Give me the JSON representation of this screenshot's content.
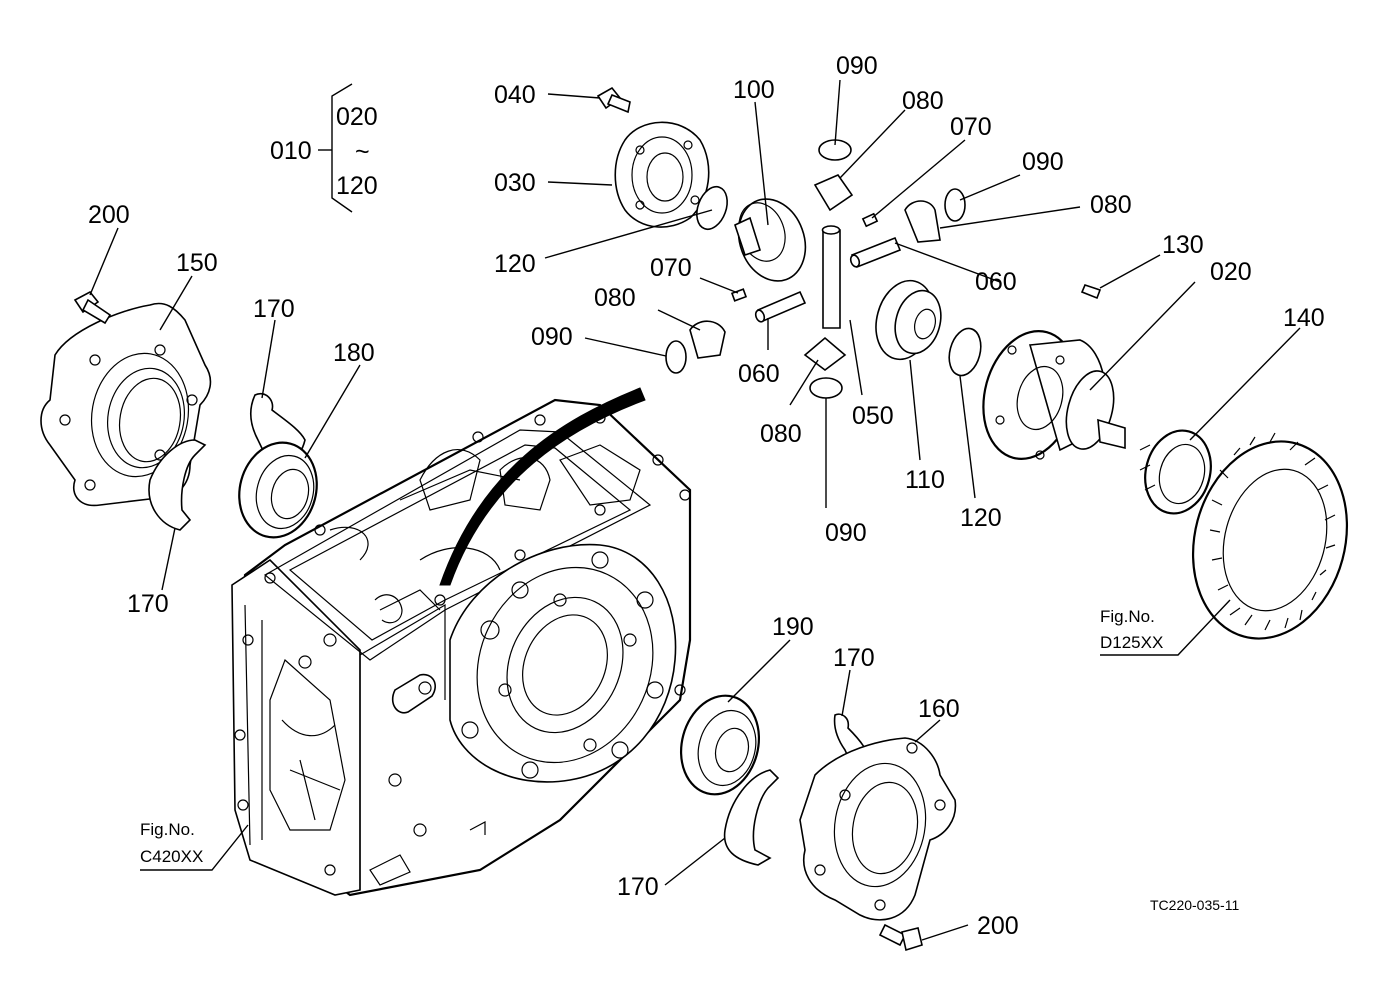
{
  "diagram_code": "TC220-035-11",
  "assembly": {
    "main": "010",
    "range_start": "020",
    "range_sep": "~",
    "range_end": "120"
  },
  "fig_refs": [
    {
      "prefix": "Fig.No.",
      "code": "D125XX"
    },
    {
      "prefix": "Fig.No.",
      "code": "C420XX"
    }
  ],
  "callouts": [
    "040",
    "030",
    "120",
    "100",
    "090",
    "080",
    "070",
    "090",
    "080",
    "060",
    "070",
    "080",
    "090",
    "060",
    "080",
    "050",
    "090",
    "110",
    "120",
    "130",
    "020",
    "140",
    "200",
    "150",
    "170",
    "180",
    "170",
    "190",
    "170",
    "160",
    "170",
    "200"
  ],
  "colors": {
    "line": "#000000",
    "background": "#ffffff"
  }
}
